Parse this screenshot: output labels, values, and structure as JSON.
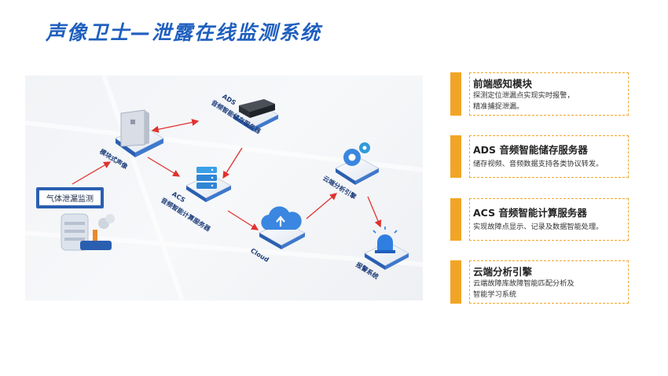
{
  "title": "声像卫士—泄露在线监测系统",
  "diagram": {
    "tag_label": "气体泄漏监测",
    "nodes": {
      "module_sensor": "模块式声像",
      "ads_server_line1": "ADS",
      "ads_server_line2": "音频智能储存服务器",
      "acs_server_line1": "ACS",
      "acs_server_line2": "音频智能计算服务器",
      "cloud": "Cloud",
      "cloud_engine": "云端分析引擎",
      "alarm_system": "报警系统"
    }
  },
  "cards": [
    {
      "title": "前端感知模块",
      "desc": [
        "探测定位泄漏点实现实时报警，",
        "精准捕捉泄漏。"
      ]
    },
    {
      "title": "ADS 音频智能储存服务器",
      "desc": [
        "储存视频、音频数据支持各类协议转发。"
      ]
    },
    {
      "title": "ACS 音频智能计算服务器",
      "desc": [
        "实现故障点显示、记录及数据智能处理。"
      ]
    },
    {
      "title": "云端分析引擎",
      "desc": [
        "云端故障库故障智能匹配分析及",
        "智能学习系统"
      ]
    }
  ],
  "colors": {
    "title": "#1f5fbf",
    "accent": "#f1a526",
    "arrow": "#e0322f",
    "node_blue": "#2f7fe0"
  }
}
